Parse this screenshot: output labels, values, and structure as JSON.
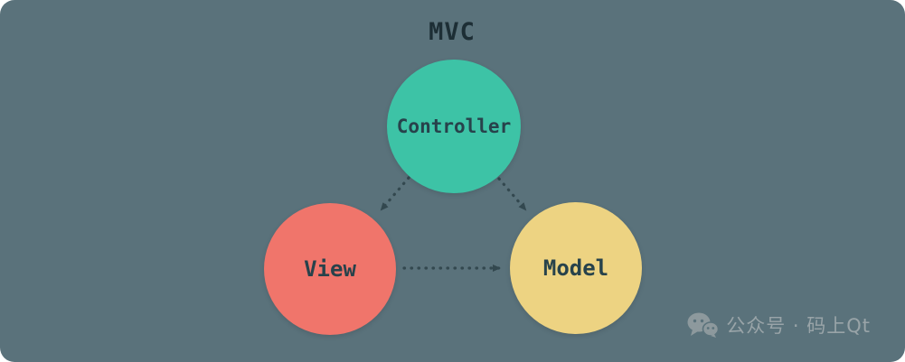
{
  "diagram": {
    "title": "MVC",
    "nodes": [
      {
        "id": "controller",
        "label": "Controller",
        "color": "#3dc3a6",
        "text_color": "#27424b"
      },
      {
        "id": "view",
        "label": "View",
        "color": "#f0756b",
        "text_color": "#27424b"
      },
      {
        "id": "model",
        "label": "Model",
        "color": "#edd382",
        "text_color": "#27424b"
      }
    ],
    "edges": [
      {
        "id": "controller-view",
        "from": "controller",
        "to": "view",
        "style": "dotted-arrow"
      },
      {
        "id": "controller-model",
        "from": "controller",
        "to": "model",
        "style": "dotted-arrow"
      },
      {
        "id": "view-model",
        "from": "view",
        "to": "model",
        "style": "dotted-arrow"
      }
    ]
  },
  "watermark": {
    "icon": "wechat-icon",
    "text": "公众号 · 码上Qt"
  },
  "colors": {
    "panel_background": "#5a727b",
    "title_text": "#1d2e35",
    "edge": "#33484f",
    "watermark_text": "#99a4a8"
  }
}
